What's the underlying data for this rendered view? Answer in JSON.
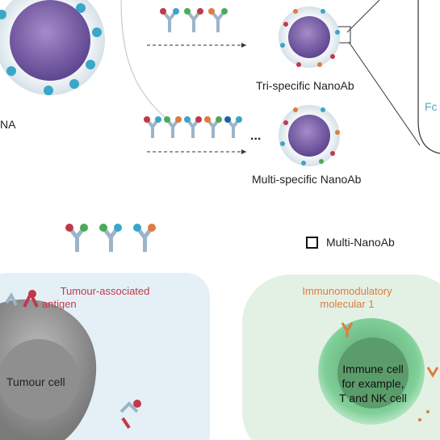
{
  "labels": {
    "na_fragment": "NA",
    "tri_specific": "Tri-specific NanoAb",
    "multi_specific": "Multi-specific NanoAb",
    "fc_fragment": "Fc",
    "ellipsis": "...",
    "legend_multi_nanoab": "Multi-NanoAb"
  },
  "left_panel": {
    "antigen_line1": "Tumour-associated",
    "antigen_line2": "antigen",
    "cell_label": "Tumour cell"
  },
  "right_panel": {
    "molecule_line1": "Immunomodulatory",
    "molecule_line2": "molecular 1",
    "cell_line1": "Immune cell",
    "cell_line2": "for example,",
    "cell_line3": "T and NK cell"
  },
  "colors": {
    "nanoparticle_core": "#7b5fa8",
    "shell": "#e6eef3",
    "antibody_blue": "#3aa6c8",
    "antigen_red": "#c0394b",
    "molecule_orange": "#e07b3c",
    "left_panel_bg": "#e4f0f6",
    "right_panel_bg": "#e3f1e5",
    "tumour_grey": "#8a8a8a",
    "immune_green": "#6cc08b"
  }
}
